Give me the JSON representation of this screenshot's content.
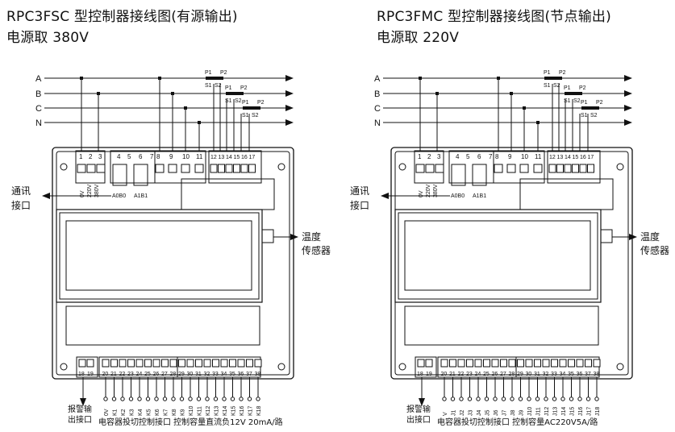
{
  "diagrams": [
    {
      "title": "RPC3FSC 型控制器接线图(有源输出)",
      "power": "电源取 380V",
      "phases": [
        "A",
        "B",
        "C",
        "N"
      ],
      "ct": {
        "p1": "P1",
        "p2": "P2",
        "s1": "S1",
        "s2": "S2"
      },
      "term_a": [
        "1",
        "2",
        "3"
      ],
      "term_b": [
        "4",
        "5",
        "6",
        "7"
      ],
      "term_c": [
        "8",
        "9",
        "10",
        "11"
      ],
      "term_d": [
        "12",
        "13",
        "14",
        "15",
        "16",
        "17"
      ],
      "power_labels": [
        "0V",
        "220V",
        "380V"
      ],
      "comm_pins": [
        "A0B0",
        "A1B1"
      ],
      "comm_label": [
        "通讯",
        "接口"
      ],
      "temp_label": [
        "温度",
        "传感器"
      ],
      "alarm_terms": [
        "18",
        "19"
      ],
      "alarm_label": [
        "报警输",
        "出接口"
      ],
      "bottom_terms": [
        "20",
        "21",
        "22",
        "23",
        "24",
        "25",
        "26",
        "27",
        "28",
        "29",
        "30",
        "31",
        "32",
        "33",
        "34",
        "35",
        "36",
        "37",
        "38"
      ],
      "outputs": [
        "0V",
        "K1",
        "K2",
        "K3",
        "K4",
        "K5",
        "K6",
        "K7",
        "K8",
        "K9",
        "K10",
        "K11",
        "K12",
        "K13",
        "K14",
        "K15",
        "K16",
        "K17",
        "K18"
      ],
      "bottom_label": "电容器投切控制接口 控制容量直流负12V 20mA/路"
    },
    {
      "title": "RPC3FMC 型控制器接线图(节点输出)",
      "power": "电源取 220V",
      "phases": [
        "A",
        "B",
        "C",
        "N"
      ],
      "ct": {
        "p1": "P1",
        "p2": "P2",
        "s1": "S1",
        "s2": "S2"
      },
      "term_a": [
        "1",
        "2",
        "3"
      ],
      "term_b": [
        "4",
        "5",
        "6",
        "7"
      ],
      "term_c": [
        "8",
        "9",
        "10",
        "11"
      ],
      "term_d": [
        "12",
        "13",
        "14",
        "15",
        "16",
        "17"
      ],
      "power_labels": [
        "0V",
        "220V",
        "380V"
      ],
      "comm_pins": [
        "A0B0",
        "A1B1"
      ],
      "comm_label": [
        "通讯",
        "接口"
      ],
      "temp_label": [
        "温度",
        "传感器"
      ],
      "alarm_terms": [
        "18",
        "19"
      ],
      "alarm_label": [
        "报警输",
        "出接口"
      ],
      "bottom_terms": [
        "20",
        "21",
        "22",
        "23",
        "24",
        "25",
        "26",
        "27",
        "28",
        "29",
        "30",
        "31",
        "32",
        "33",
        "34",
        "35",
        "36",
        "37",
        "38"
      ],
      "outputs": [
        "V",
        "J1",
        "J2",
        "J3",
        "J4",
        "J5",
        "J6",
        "J7",
        "J8",
        "J9",
        "J10",
        "J11",
        "J12",
        "J13",
        "J14",
        "J15",
        "J16",
        "J17",
        "J18"
      ],
      "bottom_label": "电容器投切控制接口 控制容量AC220V5A/路"
    }
  ]
}
